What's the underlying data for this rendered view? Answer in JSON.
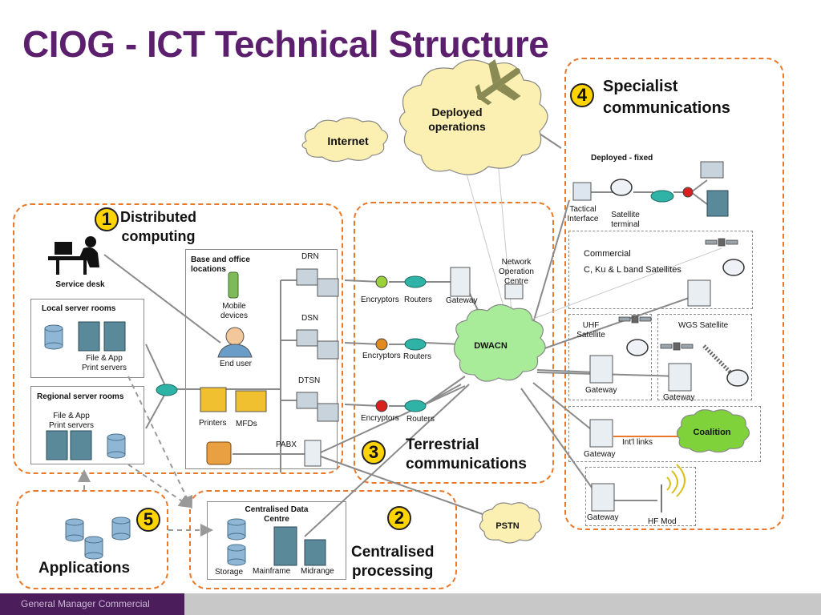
{
  "title": "CIOG - ICT Technical Structure",
  "footer": "General Manager Commercial",
  "sections": {
    "distributed": {
      "number": "1",
      "line1": "Distributed",
      "line2": "computing"
    },
    "centralised": {
      "number": "2",
      "line1": "Centralised",
      "line2": "processing"
    },
    "terrestrial": {
      "number": "3",
      "line1": "Terrestrial",
      "line2": "communications"
    },
    "specialist": {
      "number": "4",
      "line1": "Specialist",
      "line2": "communications"
    },
    "applications": {
      "number": "5",
      "label": "Applications"
    }
  },
  "clouds": {
    "internet": "Internet",
    "deployed": {
      "line1": "Deployed",
      "line2": "operations"
    },
    "dwacn": "DWACN",
    "pstn": "PSTN",
    "coalition": "Coalition"
  },
  "distributed": {
    "service_desk": "Service desk",
    "local_server_rooms": "Local server rooms",
    "local_servers": {
      "line1": "File &    App",
      "line2": "Print servers"
    },
    "regional_server_rooms": "Regional server rooms",
    "regional_servers": {
      "line1": "File &    App",
      "line2": "Print servers"
    },
    "base_office": {
      "line1": "Base and office",
      "line2": "locations"
    },
    "mobile_devices": {
      "line1": "Mobile",
      "line2": "devices"
    },
    "end_user": "End user",
    "printers": "Printers",
    "mfds": "MFDs",
    "pabx": "PABX"
  },
  "terrestrial": {
    "drn": "DRN",
    "dsn": "DSN",
    "dtsn": "DTSN",
    "encryptors": "Encryptors",
    "routers": "Routers",
    "gateway": "Gateway",
    "noc": {
      "line1": "Network",
      "line2": "Operation",
      "line3": "Centre"
    }
  },
  "centralised": {
    "data_centre": {
      "line1": "Centralised Data",
      "line2": "Centre"
    },
    "storage": "Storage",
    "mainframe": "Mainframe",
    "midrange": "Midrange"
  },
  "specialist": {
    "deployed_fixed": "Deployed - fixed",
    "tactical_interface": {
      "line1": "Tactical",
      "line2": "Interface"
    },
    "satellite_terminal": {
      "line1": "Satellite",
      "line2": "terminal"
    },
    "commercial": "Commercial",
    "bands": "C, Ku & L  band Satellites",
    "uhf": {
      "line1": "UHF",
      "line2": "Satellite"
    },
    "wgs": "WGS Satellite",
    "gateway": "Gateway",
    "intl_links": "Int'l links",
    "hf_mod": "HF Mod"
  },
  "colors": {
    "title": "#5b1f6e",
    "dashed_border": "#e8782a",
    "badge": "#ffd400",
    "cloud_fill": "#fbefb2",
    "dwacn_fill": "#a8ec9a",
    "coalition_fill": "#7fd23a"
  }
}
